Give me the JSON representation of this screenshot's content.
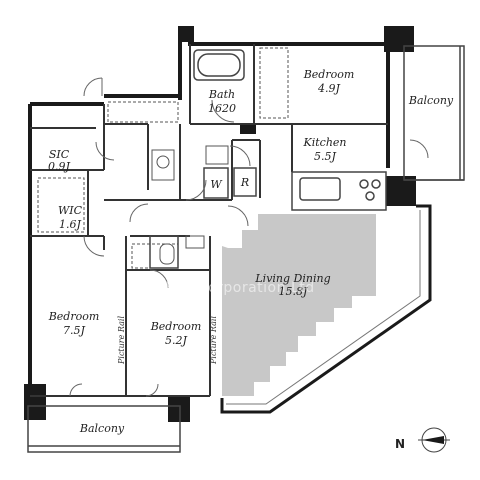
{
  "rooms": {
    "bedroom_top": {
      "label": "Bedroom",
      "size": "4.9J"
    },
    "bath": {
      "label": "Bath",
      "size": "1620"
    },
    "balcony_right": {
      "label": "Balcony"
    },
    "kitchen": {
      "label": "Kitchen",
      "size": "5.5J"
    },
    "sic": {
      "label": "SIC",
      "size": "0.9J"
    },
    "wic": {
      "label": "WIC",
      "size": "1.6J"
    },
    "living_dining": {
      "label": "Living Dining",
      "size": "15.8J"
    },
    "bedroom_left": {
      "label": "Bedroom",
      "size": "7.5J"
    },
    "bedroom_middle": {
      "label": "Bedroom",
      "size": "5.2J"
    },
    "balcony_bottom": {
      "label": "Balcony"
    }
  },
  "tags": {
    "washer": "W",
    "refrigerator": "R"
  },
  "picture_rail": "Picture Rail",
  "watermark": "Ken Corporation Ltd",
  "compass": {
    "north_label": "N"
  },
  "colors": {
    "wall": "#1a1a1a",
    "living_fill": "#c8c8c8",
    "line": "#444444"
  }
}
